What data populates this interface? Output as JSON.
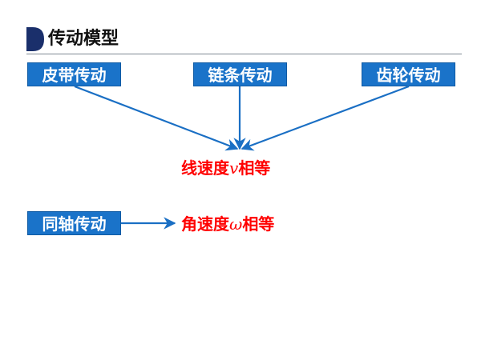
{
  "heading": {
    "title": "传动模型"
  },
  "sources": [
    {
      "label": "皮带传动"
    },
    {
      "label": "链条传动"
    },
    {
      "label": "齿轮传动"
    }
  ],
  "results": {
    "linear": {
      "prefix": "线速度",
      "symbol": "v",
      "suffix": "相等"
    },
    "angular": {
      "prefix": "角速度",
      "symbol": "ω",
      "suffix": "相等"
    }
  },
  "coaxial": {
    "label": "同轴传动"
  },
  "colors": {
    "box": "#1a73c9",
    "arrow": "#1a6fc4",
    "result": "#ff0000"
  }
}
